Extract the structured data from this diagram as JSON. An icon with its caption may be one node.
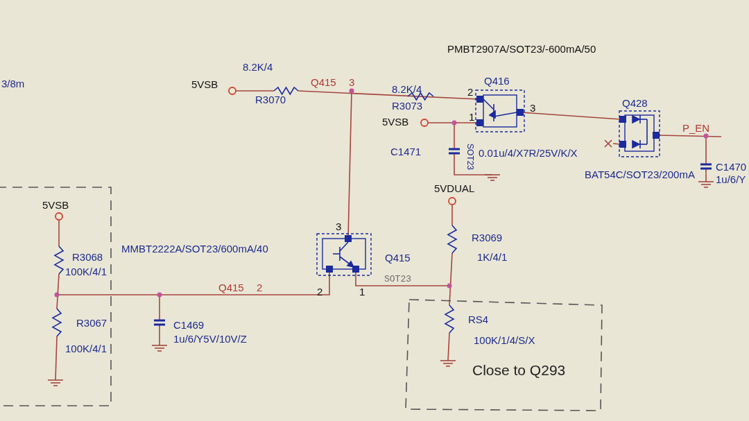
{
  "diagram": {
    "labels": [
      "PMBT2907A/SOT23/-600mA/50",
      "8.2K/4",
      "3/8m",
      "5VSB",
      "R3070",
      "Q415",
      "3",
      "8.2K/4",
      "R3073",
      "Q416",
      "2",
      "5VSB",
      "1",
      "3",
      "Q428",
      "P_EN",
      "C1471",
      "SOT23",
      "0.01u/4/X7R/25V/K/X",
      "C1470",
      "BAT54C/SOT23/200mA",
      "1u/6/Y",
      "5VDUAL",
      "5VSB",
      "3",
      "R3069",
      "MMBT2222A/SOT23/600mA/40",
      "R3068",
      "Q415",
      "1K/4/1",
      "100K/4/1",
      "SOT23",
      "Q415",
      "2",
      "2",
      "1",
      "R3067",
      "C1469",
      "RS4",
      "1u/6/Y5V/10V/Z",
      "100K/1/4/S/X",
      "100K/4/1",
      "Close to Q293"
    ]
  }
}
